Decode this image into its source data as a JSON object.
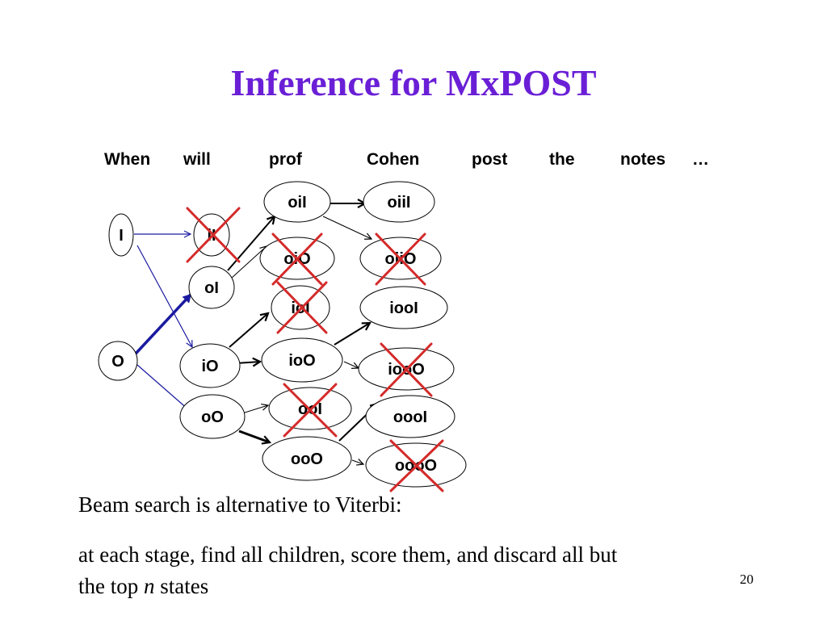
{
  "slide": {
    "title": "Inference for MxPOST",
    "page_number": "20",
    "colors": {
      "title": "#6a1fd6",
      "cross": "#d42a2a",
      "start_arrows": "#1a1aa0",
      "text": "#000000"
    }
  },
  "sentence": [
    "When",
    "will",
    "prof",
    "Cohen",
    "post",
    "the",
    "notes",
    "…"
  ],
  "nodes": {
    "I": {
      "label": "I",
      "pruned": false
    },
    "O": {
      "label": "O",
      "pruned": false
    },
    "iI": {
      "label": "iI",
      "pruned": true
    },
    "oI": {
      "label": "oI",
      "pruned": false
    },
    "iO": {
      "label": "iO",
      "pruned": false
    },
    "oO": {
      "label": "oO",
      "pruned": false
    },
    "oiI": {
      "label": "oiI",
      "pruned": false
    },
    "oiO": {
      "label": "oiO",
      "pruned": true
    },
    "ioI": {
      "label": "ioI",
      "pruned": true
    },
    "ioO": {
      "label": "ioO",
      "pruned": false
    },
    "ooI": {
      "label": "ooI",
      "pruned": true
    },
    "ooO": {
      "label": "ooO",
      "pruned": false
    },
    "oiiI": {
      "label": "oiiI",
      "pruned": false
    },
    "oiiO": {
      "label": "oiiO",
      "pruned": true
    },
    "iooI": {
      "label": "iooI",
      "pruned": false
    },
    "iooO": {
      "label": "iooO",
      "pruned": true
    },
    "oooI": {
      "label": "oooI",
      "pruned": false
    },
    "oooO": {
      "label": "oooO",
      "pruned": true
    }
  },
  "text": {
    "line1": "Beam search is alternative to Viterbi:",
    "line2": "at each stage, find all children, score them, and discard all but",
    "line3_prefix": "the top ",
    "line3_var": "n",
    "line3_suffix": " states"
  }
}
